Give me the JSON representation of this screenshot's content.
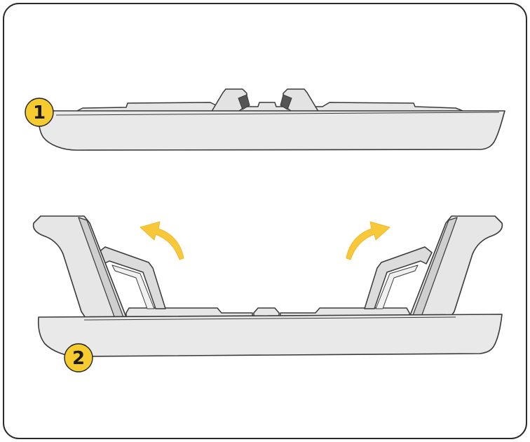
{
  "colors": {
    "frame_stroke": "#2b2b2b",
    "body_fill": "#e9e9e9",
    "body_fill_dark": "#d4d4d4",
    "outline": "#3a3a3a",
    "badge_fill": "#f6cb2f",
    "arrow_fill": "#f7c83a"
  },
  "steps": [
    {
      "number": "1",
      "state": "folded"
    },
    {
      "number": "2",
      "state": "unfolded"
    }
  ],
  "icons": {
    "left_arrow": "curved-arrow-up-left-icon",
    "right_arrow": "curved-arrow-up-right-icon"
  }
}
